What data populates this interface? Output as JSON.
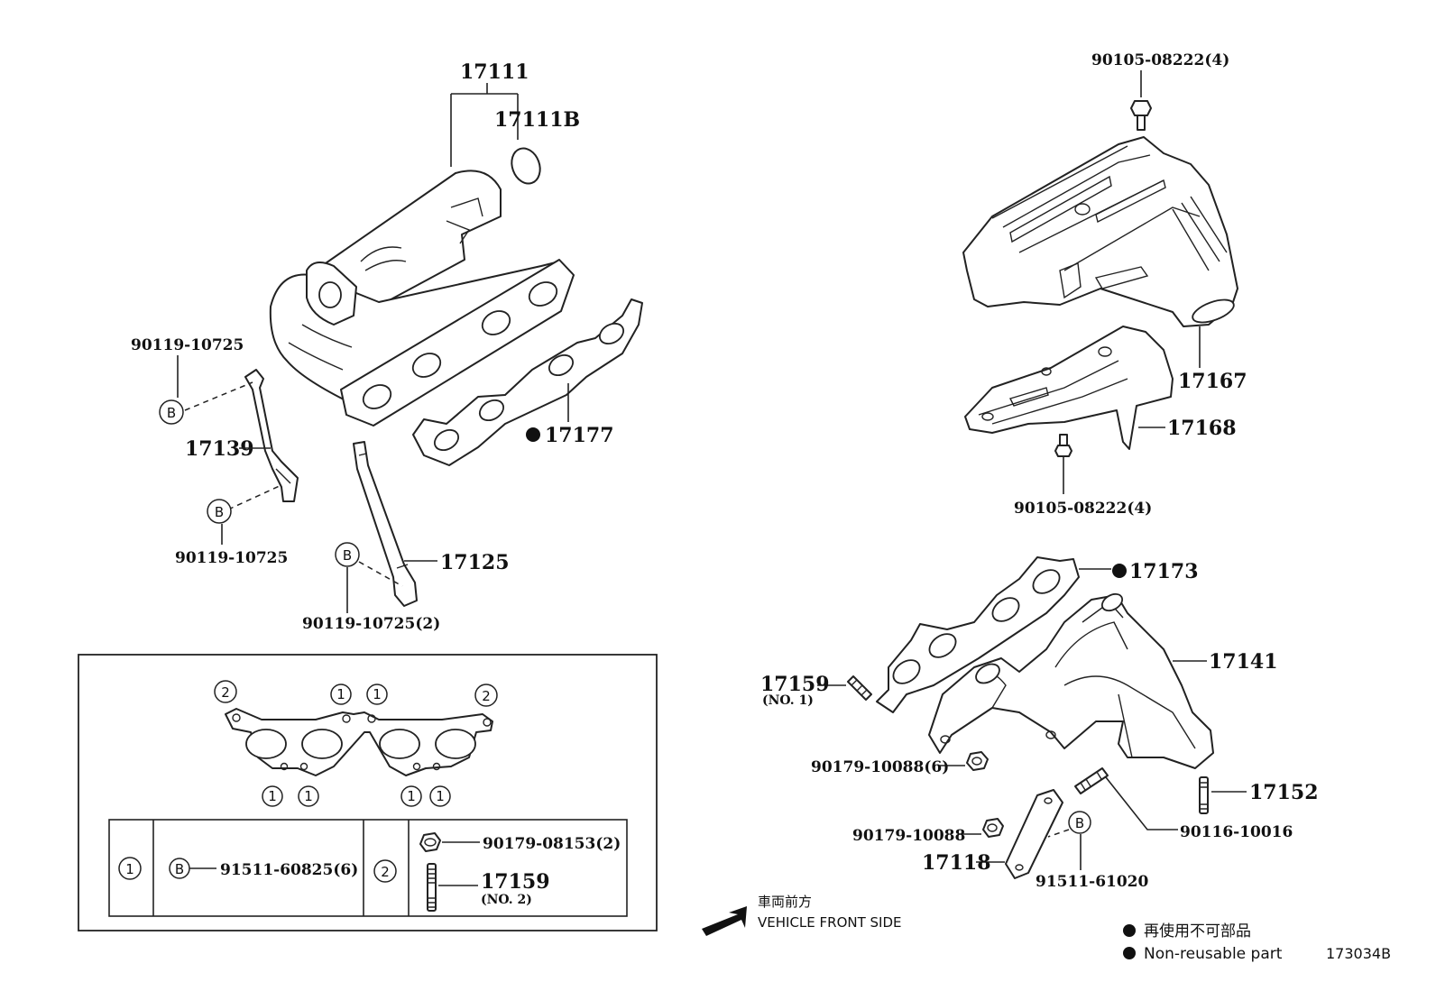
{
  "labels": {
    "p17111": "17111",
    "p17111B": "17111B",
    "p17177": "17177",
    "p17139": "17139",
    "p90119_a": "90119-10725",
    "p90119_b": "90119-10725",
    "p90119_c": "90119-10725(2)",
    "p17125": "17125",
    "p90105_top": "90105-08222(4)",
    "p17167": "17167",
    "p17168": "17168",
    "p90105_bot": "90105-08222(4)",
    "p17173": "17173",
    "p17141": "17141",
    "p17159_no1": "17159",
    "p17159_no1_sub": "(NO. 1)",
    "p90179_10088_6": "90179-10088(6)",
    "p17152": "17152",
    "p90179_10088": "90179-10088",
    "p90116": "90116-10016",
    "p17118": "17118",
    "p91511_61020": "91511-61020"
  },
  "markers": {
    "B": "B",
    "one": "1",
    "two": "2"
  },
  "table": {
    "row1_num": "1",
    "row1_part": "91511-60825(6)",
    "row2_num": "2",
    "row2_part_a": "90179-08153(2)",
    "row2_part_b": "17159",
    "row2_part_b_sub": "(NO. 2)"
  },
  "front": {
    "jp": "車両前方",
    "en": "VEHICLE FRONT SIDE"
  },
  "legend": {
    "jp": "再使用不可部品",
    "en": "Non-reusable part"
  },
  "diagram_id": "173034B"
}
